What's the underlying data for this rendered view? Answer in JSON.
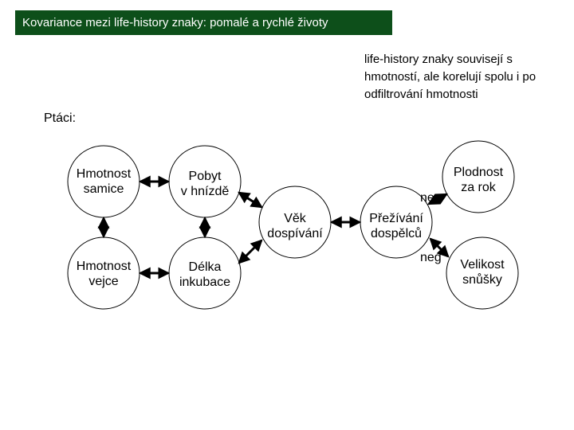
{
  "title": "Kovariance mezi life-history znaky: pomalé a rychlé životy",
  "note": "life-history znaky souvisejí s hmotností, ale korelují spolu i po odfiltrování hmotnosti",
  "section_label": "Ptáci:",
  "nodes": {
    "hmotnost_samice": "Hmotnost\nsamice",
    "hmotnost_vejce": "Hmotnost\nvejce",
    "pobyt_v_hnizde": "Pobyt\nv hnízdě",
    "delka_inkubace": "Délka\ninkubace",
    "vek_dospivani": "Věk\ndospívání",
    "preziti_dospelcu": "Přežívání\ndospělců",
    "plodnost_za_rok": "Plodnost\nza rok",
    "velikost_snusky": "Velikost\nsnůšky"
  },
  "edge_labels": {
    "neg_plodnost": "neg",
    "neg_velikost": "neg"
  },
  "colors": {
    "title_bg": "#0d4f1a",
    "title_text": "#ffffff",
    "node_stroke": "#000000"
  }
}
